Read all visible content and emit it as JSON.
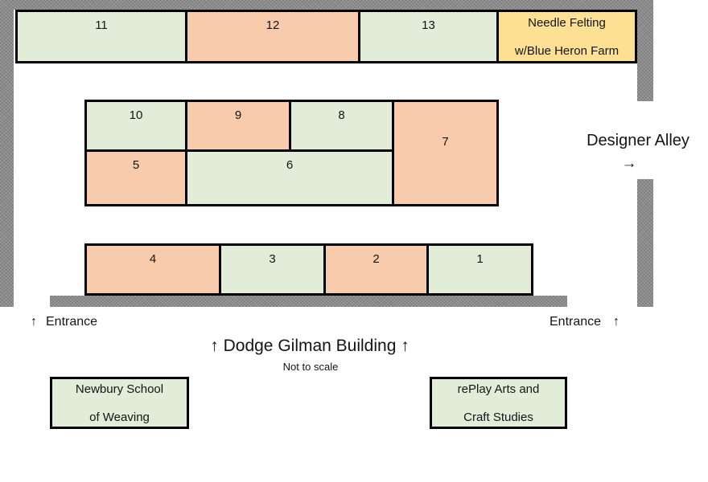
{
  "colors": {
    "booth_green": "#e2edd9",
    "booth_orange": "#f7cbab",
    "booth_yellow": "#fde094",
    "wall_gray": "#8c8c8c"
  },
  "booths": [
    {
      "id": "11",
      "label": "11",
      "color": "booth_green"
    },
    {
      "id": "12",
      "label": "12",
      "color": "booth_orange"
    },
    {
      "id": "13",
      "label": "13",
      "color": "booth_green"
    },
    {
      "id": "needle-felting",
      "lines": [
        "Needle Felting",
        "w/Blue Heron Farm"
      ],
      "color": "booth_yellow"
    },
    {
      "id": "10",
      "label": "10",
      "color": "booth_green"
    },
    {
      "id": "9",
      "label": "9",
      "color": "booth_orange"
    },
    {
      "id": "8",
      "label": "8",
      "color": "booth_green"
    },
    {
      "id": "7",
      "label": "7",
      "color": "booth_orange"
    },
    {
      "id": "5",
      "label": "5",
      "color": "booth_orange"
    },
    {
      "id": "6",
      "label": "6",
      "color": "booth_green"
    },
    {
      "id": "4",
      "label": "4",
      "color": "booth_orange"
    },
    {
      "id": "3",
      "label": "3",
      "color": "booth_green"
    },
    {
      "id": "2",
      "label": "2",
      "color": "booth_orange"
    },
    {
      "id": "1",
      "label": "1",
      "color": "booth_green"
    }
  ],
  "labels": {
    "designer_alley": "Designer Alley",
    "designer_alley_arrow": "→",
    "entrance_left": {
      "arrow": "↑",
      "text": "Entrance"
    },
    "entrance_right": {
      "text": "Entrance",
      "arrow": "↑"
    },
    "building": "↑ Dodge Gilman Building ↑",
    "scale_note": "Not to scale"
  },
  "studios": [
    {
      "id": "newbury",
      "lines": [
        "Newbury School",
        "of Weaving"
      ],
      "color": "booth_green"
    },
    {
      "id": "replay",
      "lines": [
        "rePlay Arts and",
        "Craft Studies"
      ],
      "color": "booth_green"
    }
  ]
}
